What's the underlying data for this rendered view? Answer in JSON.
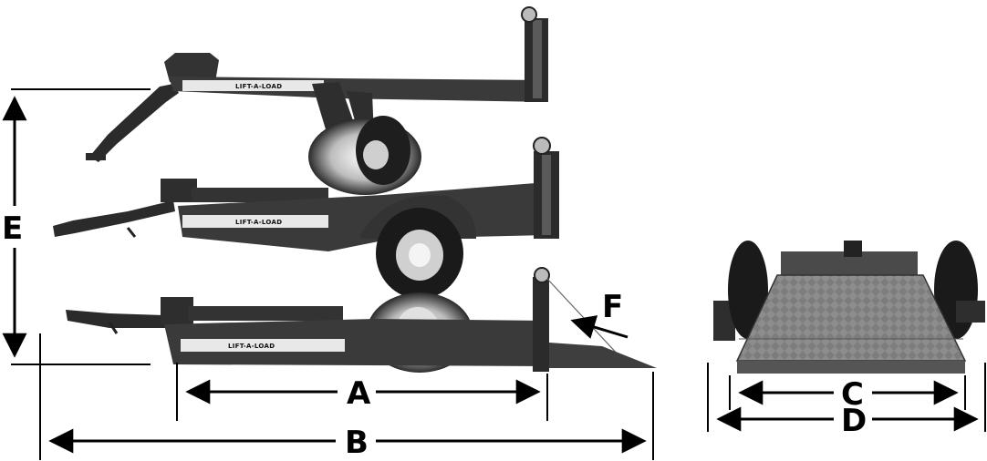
{
  "dimension_labels": {
    "a": "A",
    "b": "B",
    "c": "C",
    "d": "D",
    "e": "E",
    "f": "F"
  },
  "decal_text": "LIFT-A-LOAD",
  "colors": {
    "ink": "#000000",
    "trailer_dark": "#2b2b2b",
    "trailer_mid": "#4a4a4a",
    "tire": "#1a1a1a",
    "hub": "#d0d0d0",
    "deck_plate": "#7d7d7d"
  }
}
